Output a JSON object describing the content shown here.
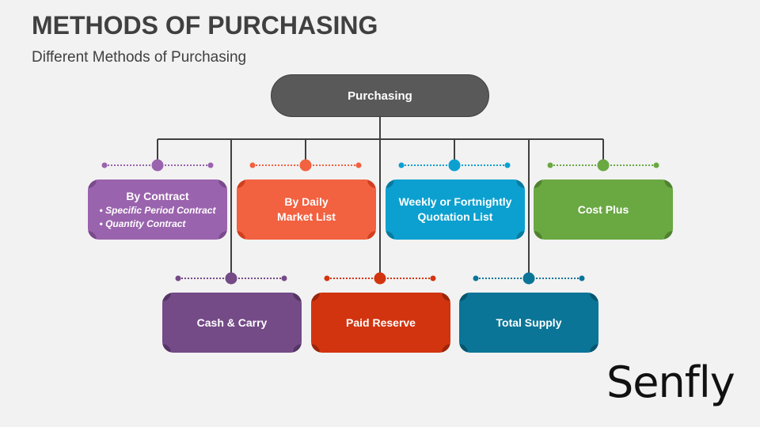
{
  "header": {
    "title": "METHODS OF PURCHASING",
    "subtitle": "Different Methods of Purchasing"
  },
  "root": {
    "label": "Purchasing",
    "color": "#595959"
  },
  "methods": [
    {
      "label": "By Contract",
      "bullets": [
        "Specific Period Contract",
        "Quantity Contract"
      ],
      "color": "#9a63ad",
      "corner": "#7a4a8c"
    },
    {
      "label_lines": [
        "By Daily",
        "Market List"
      ],
      "color": "#f26140",
      "corner": "#d23f1f"
    },
    {
      "label_lines": [
        "Weekly or Fortnightly",
        "Quotation List"
      ],
      "color": "#0ba0cf",
      "corner": "#077aa0"
    },
    {
      "label": "Cost Plus",
      "color": "#6aa842",
      "corner": "#4f8230"
    },
    {
      "label": "Cash & Carry",
      "color": "#744a87",
      "corner": "#553566"
    },
    {
      "label": "Paid Reserve",
      "color": "#d2340f",
      "corner": "#9c250b"
    },
    {
      "label": "Total Supply",
      "color": "#0a7597",
      "corner": "#075670"
    }
  ],
  "logo": "Senfly"
}
